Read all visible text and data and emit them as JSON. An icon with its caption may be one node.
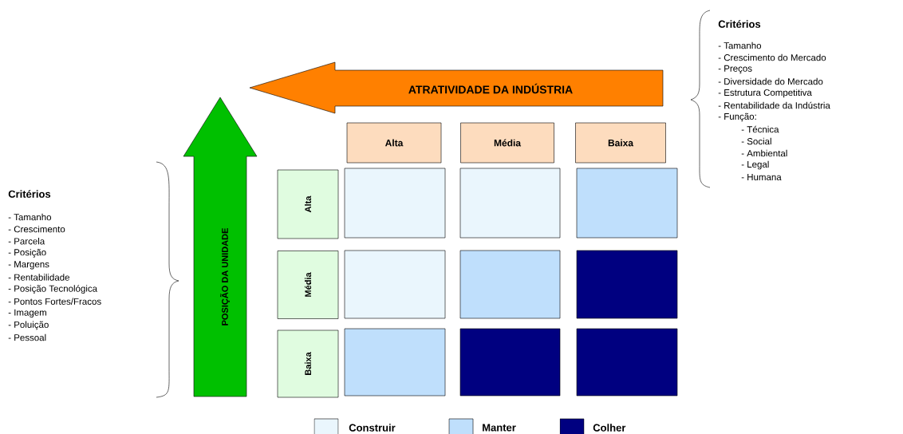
{
  "diagram": {
    "nodes": [
      {
        "text": [
          "ATRATIVIDADE DA INDÚSTRIA"
        ]
      },
      {
        "text": [
          "POSIÇÃO DA UNIDADE"
        ]
      },
      {
        "text": [
          "Alta"
        ]
      },
      {
        "text": [
          "Média"
        ]
      },
      {
        "text": [
          "Baixa"
        ]
      },
      {
        "text": [
          "Alta"
        ]
      },
      {
        "text": [],
        "shape": "box"
      },
      {
        "text": [],
        "shape": "box"
      },
      {
        "text": [],
        "shape": "box"
      },
      {
        "text": [
          "Média"
        ]
      },
      {
        "text": [],
        "shape": "box"
      },
      {
        "text": [],
        "shape": "box"
      },
      {
        "text": [],
        "shape": "box"
      },
      {
        "text": [
          "Baixa"
        ]
      },
      {
        "text": [],
        "shape": "box"
      },
      {
        "text": [],
        "shape": "box"
      },
      {
        "text": [],
        "shape": "box"
      }
    ],
    "edges": [],
    "labels": [
      "Critérios",
      "- Tamanho",
      "- Crescimento do Mercado",
      "- Preços",
      "- Diversidade do Mercado",
      "- Estrutura Competitiva",
      "- Rentabilidade da Indústria",
      "- Função:",
      "- Técnica",
      "- Social",
      "- Ambiental",
      "- Legal",
      "- Humana",
      "Critérios",
      "- Tamanho",
      "- Crescimento",
      "- Parcela",
      "- Posição",
      "- Margens",
      "- Rentabilidade",
      "- Posição Tecnológica",
      "- Pontos Fortes/Fracos",
      "- Imagem",
      "- Poluição",
      "- Pessoal"
    ],
    "legend": [
      {
        "text": "Construir",
        "color": "#eaf6fd"
      },
      {
        "text": "Manter",
        "color": "#bfdffc"
      },
      {
        "text": "Colher",
        "color": "#000080"
      }
    ]
  }
}
